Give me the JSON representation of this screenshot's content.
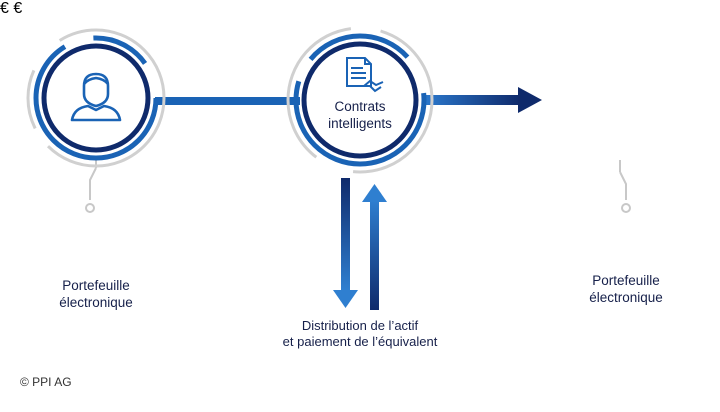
{
  "nodes": {
    "contracts": {
      "label": "Contrats\nintelligents"
    },
    "wallet_left": {
      "label": "Portefeuille\nélectronique"
    },
    "wallet_right": {
      "label": "Portefeuille\nélectronique"
    }
  },
  "flow_caption": "Distribution de l’actif\net paiement de l’équivalent",
  "copyright": "© PPI AG",
  "colors": {
    "navy": "#0f2a6b",
    "blue": "#1a63b5",
    "gray": "#c8c8c8",
    "text": "#16204a"
  },
  "icons": {
    "user_left": "man-user-icon",
    "user_right": "woman-user-icon",
    "contracts": "contract-handshake-icon",
    "wallets": "smartphone-euro-icon"
  }
}
